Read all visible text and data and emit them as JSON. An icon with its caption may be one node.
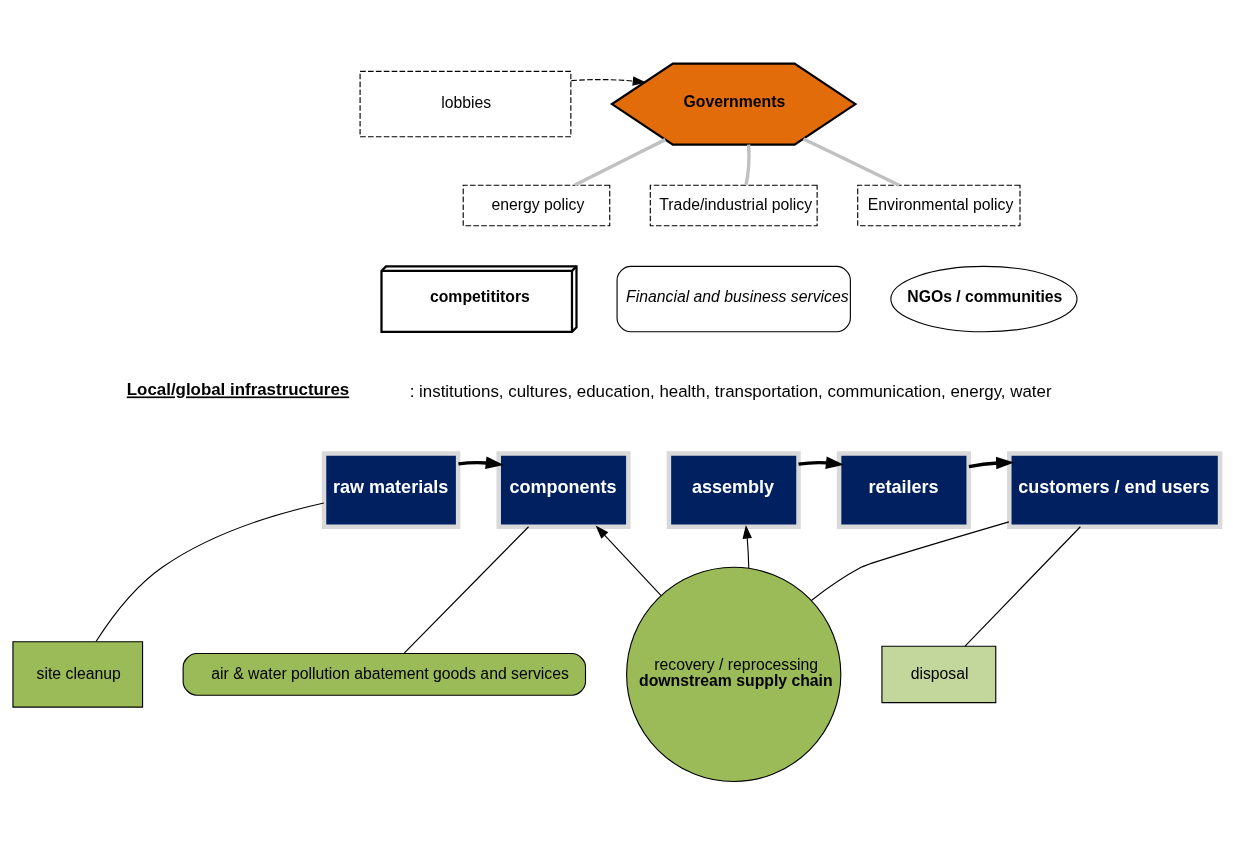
{
  "diagram": {
    "nodes": [
      {
        "text": [
          "lobbies"
        ]
      },
      {
        "text": [
          "Governments"
        ]
      },
      {
        "text": [
          "energy policy"
        ]
      },
      {
        "text": [
          "Trade/industrial policy"
        ]
      },
      {
        "text": [
          "Environmental policy"
        ]
      },
      {
        "text": [
          "competititors"
        ]
      },
      {
        "text": [
          "Financial and business services"
        ]
      },
      {
        "text": [
          "NGOs / communities"
        ]
      },
      {
        "text": [
          "raw materials"
        ]
      },
      {
        "text": [
          "components"
        ]
      },
      {
        "text": [
          "assembly"
        ]
      },
      {
        "text": [
          "retailers"
        ]
      },
      {
        "text": [
          "customers / end users"
        ]
      },
      {
        "text": [
          "site cleanup"
        ]
      },
      {
        "text": [
          "air & water pollution abatement goods and services"
        ]
      },
      {
        "text": [
          "recovery / reprocessing",
          "downstream supply chain"
        ]
      },
      {
        "text": [
          "disposal"
        ]
      }
    ],
    "edges": [
      {
        "from": 0,
        "to": 1,
        "arrow": "to",
        "style": "dashed"
      },
      {
        "from": 2,
        "to": 1,
        "arrow": "none",
        "style": "thick",
        "color": "#c0c0c0"
      },
      {
        "from": 3,
        "to": 1,
        "arrow": "none",
        "style": "thick",
        "color": "#c0c0c0"
      },
      {
        "from": 4,
        "to": 1,
        "arrow": "none",
        "style": "thick",
        "color": "#c0c0c0"
      },
      {
        "from": 8,
        "to": 9,
        "arrow": "to",
        "style": "thick"
      },
      {
        "from": 10,
        "to": 11,
        "arrow": "to",
        "style": "thick"
      },
      {
        "from": 11,
        "to": 12,
        "arrow": "to",
        "style": "thick"
      },
      {
        "from": 13,
        "to": 8,
        "arrow": "none"
      },
      {
        "from": 14,
        "to": 9,
        "arrow": "none"
      },
      {
        "from": 15,
        "to": 9,
        "arrow": "to"
      },
      {
        "from": 15,
        "to": 10,
        "arrow": "to"
      },
      {
        "from": 15,
        "to": 12,
        "arrow": "none"
      },
      {
        "from": 16,
        "to": 12,
        "arrow": "none"
      }
    ],
    "labels": [
      "Local/global infrastructures",
      ": institutions, cultures, education, health, transportation, communication, energy, water"
    ]
  }
}
